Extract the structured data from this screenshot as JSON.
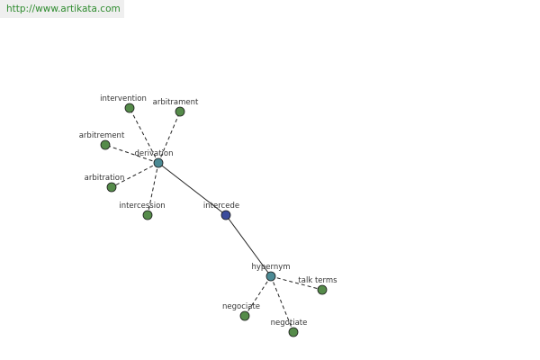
{
  "watermark": {
    "url_text": "http://www.artikata.com"
  },
  "colors": {
    "word_node": "#558b4a",
    "relation_node": "#4c8a94",
    "center_node": "#3b4c9c",
    "edge": "#222222"
  },
  "graph": {
    "center": {
      "id": "intercede",
      "label": "intercede",
      "kind": "center"
    },
    "relations": [
      {
        "id": "derivation",
        "label": "derivation",
        "kind": "relation",
        "words": [
          {
            "id": "intervention",
            "label": "intervention"
          },
          {
            "id": "arbitrament",
            "label": "arbitrament"
          },
          {
            "id": "arbitrement",
            "label": "arbitrement"
          },
          {
            "id": "arbitration",
            "label": "arbitration"
          },
          {
            "id": "intercession",
            "label": "intercession"
          }
        ]
      },
      {
        "id": "hypernym",
        "label": "hypernym",
        "kind": "relation",
        "words": [
          {
            "id": "talk-terms",
            "label": "talk terms"
          },
          {
            "id": "negociate",
            "label": "negociate"
          },
          {
            "id": "negotiate",
            "label": "negotiate"
          }
        ]
      }
    ]
  }
}
